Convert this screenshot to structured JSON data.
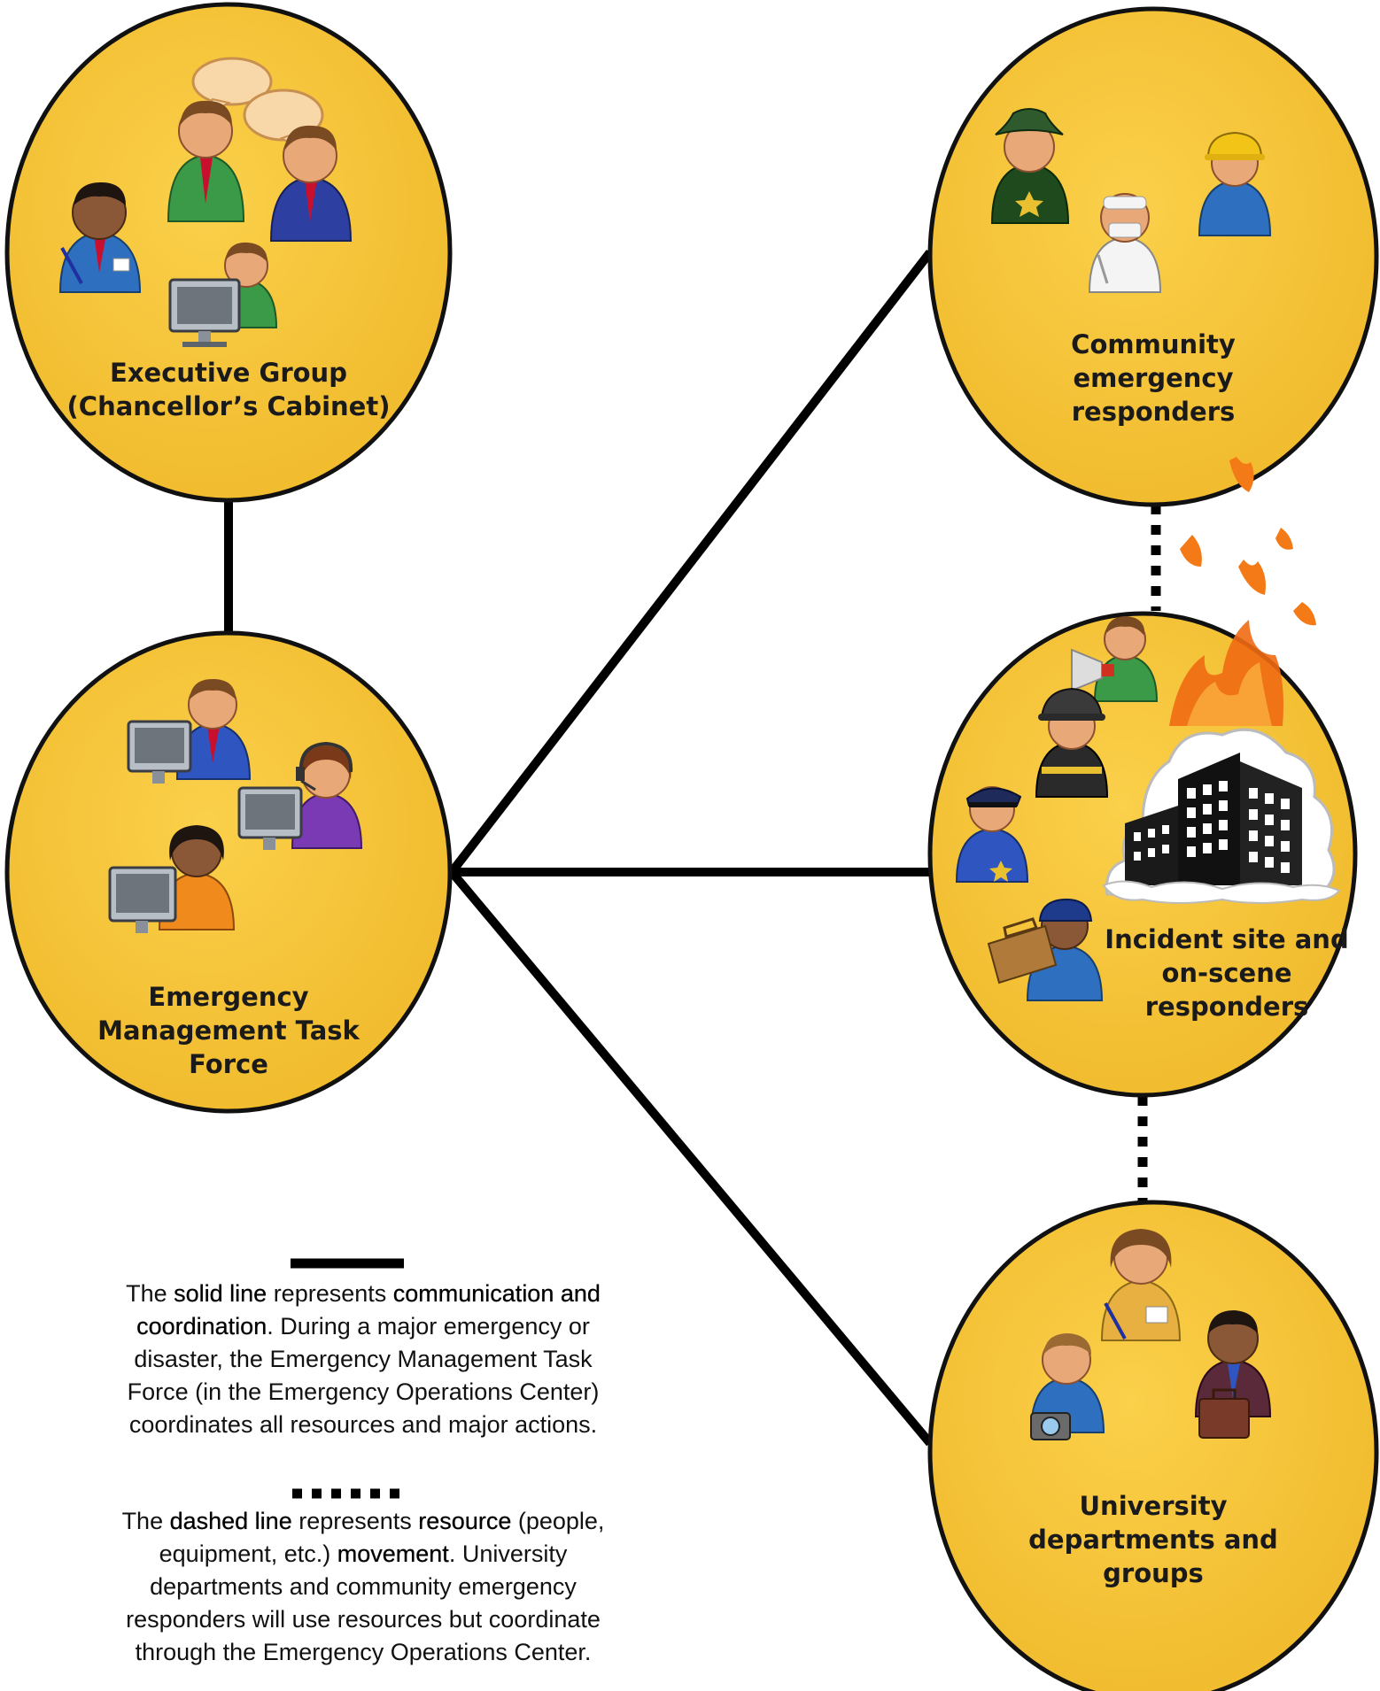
{
  "nodes": {
    "executive": {
      "lines": [
        "Executive Group",
        "(Chancellor’s Cabinet)"
      ]
    },
    "task_force": {
      "lines": [
        "Emergency",
        "Management Task",
        "Force"
      ]
    },
    "community": {
      "lines": [
        "Community",
        "emergency",
        "responders"
      ]
    },
    "incident": {
      "lines": [
        "Incident site  and",
        "on-scene",
        "responders"
      ]
    },
    "university": {
      "lines": [
        "University",
        "departments and",
        "groups"
      ]
    }
  },
  "legend": {
    "solid": {
      "line1_pre": "The ",
      "line1_term": "solid line",
      "line1_mid": " represents ",
      "line1_term2": "communication and",
      "line2_term": "coordination",
      "line2_post": ". During a major emergency or",
      "line3": "disaster, the Emergency Management Task",
      "line4": "Force (in the Emergency Operations Center)",
      "line5": "coordinates all resources and major actions."
    },
    "dashed": {
      "line1_pre": "The ",
      "line1_term": "dashed line",
      "line1_mid": " represents ",
      "line1_term2": "resource",
      "line1_post": " (people,",
      "line2_pre": "equipment, etc.) ",
      "line2_term": "movement",
      "line2_post": ". University",
      "line3": "departments and community emergency",
      "line4": "responders will use resources but coordinate",
      "line5": "through the Emergency Operations Center."
    }
  },
  "colors": {
    "circle_fill": "#F5C232",
    "circle_stroke": "#111111",
    "connector": "#000000"
  }
}
